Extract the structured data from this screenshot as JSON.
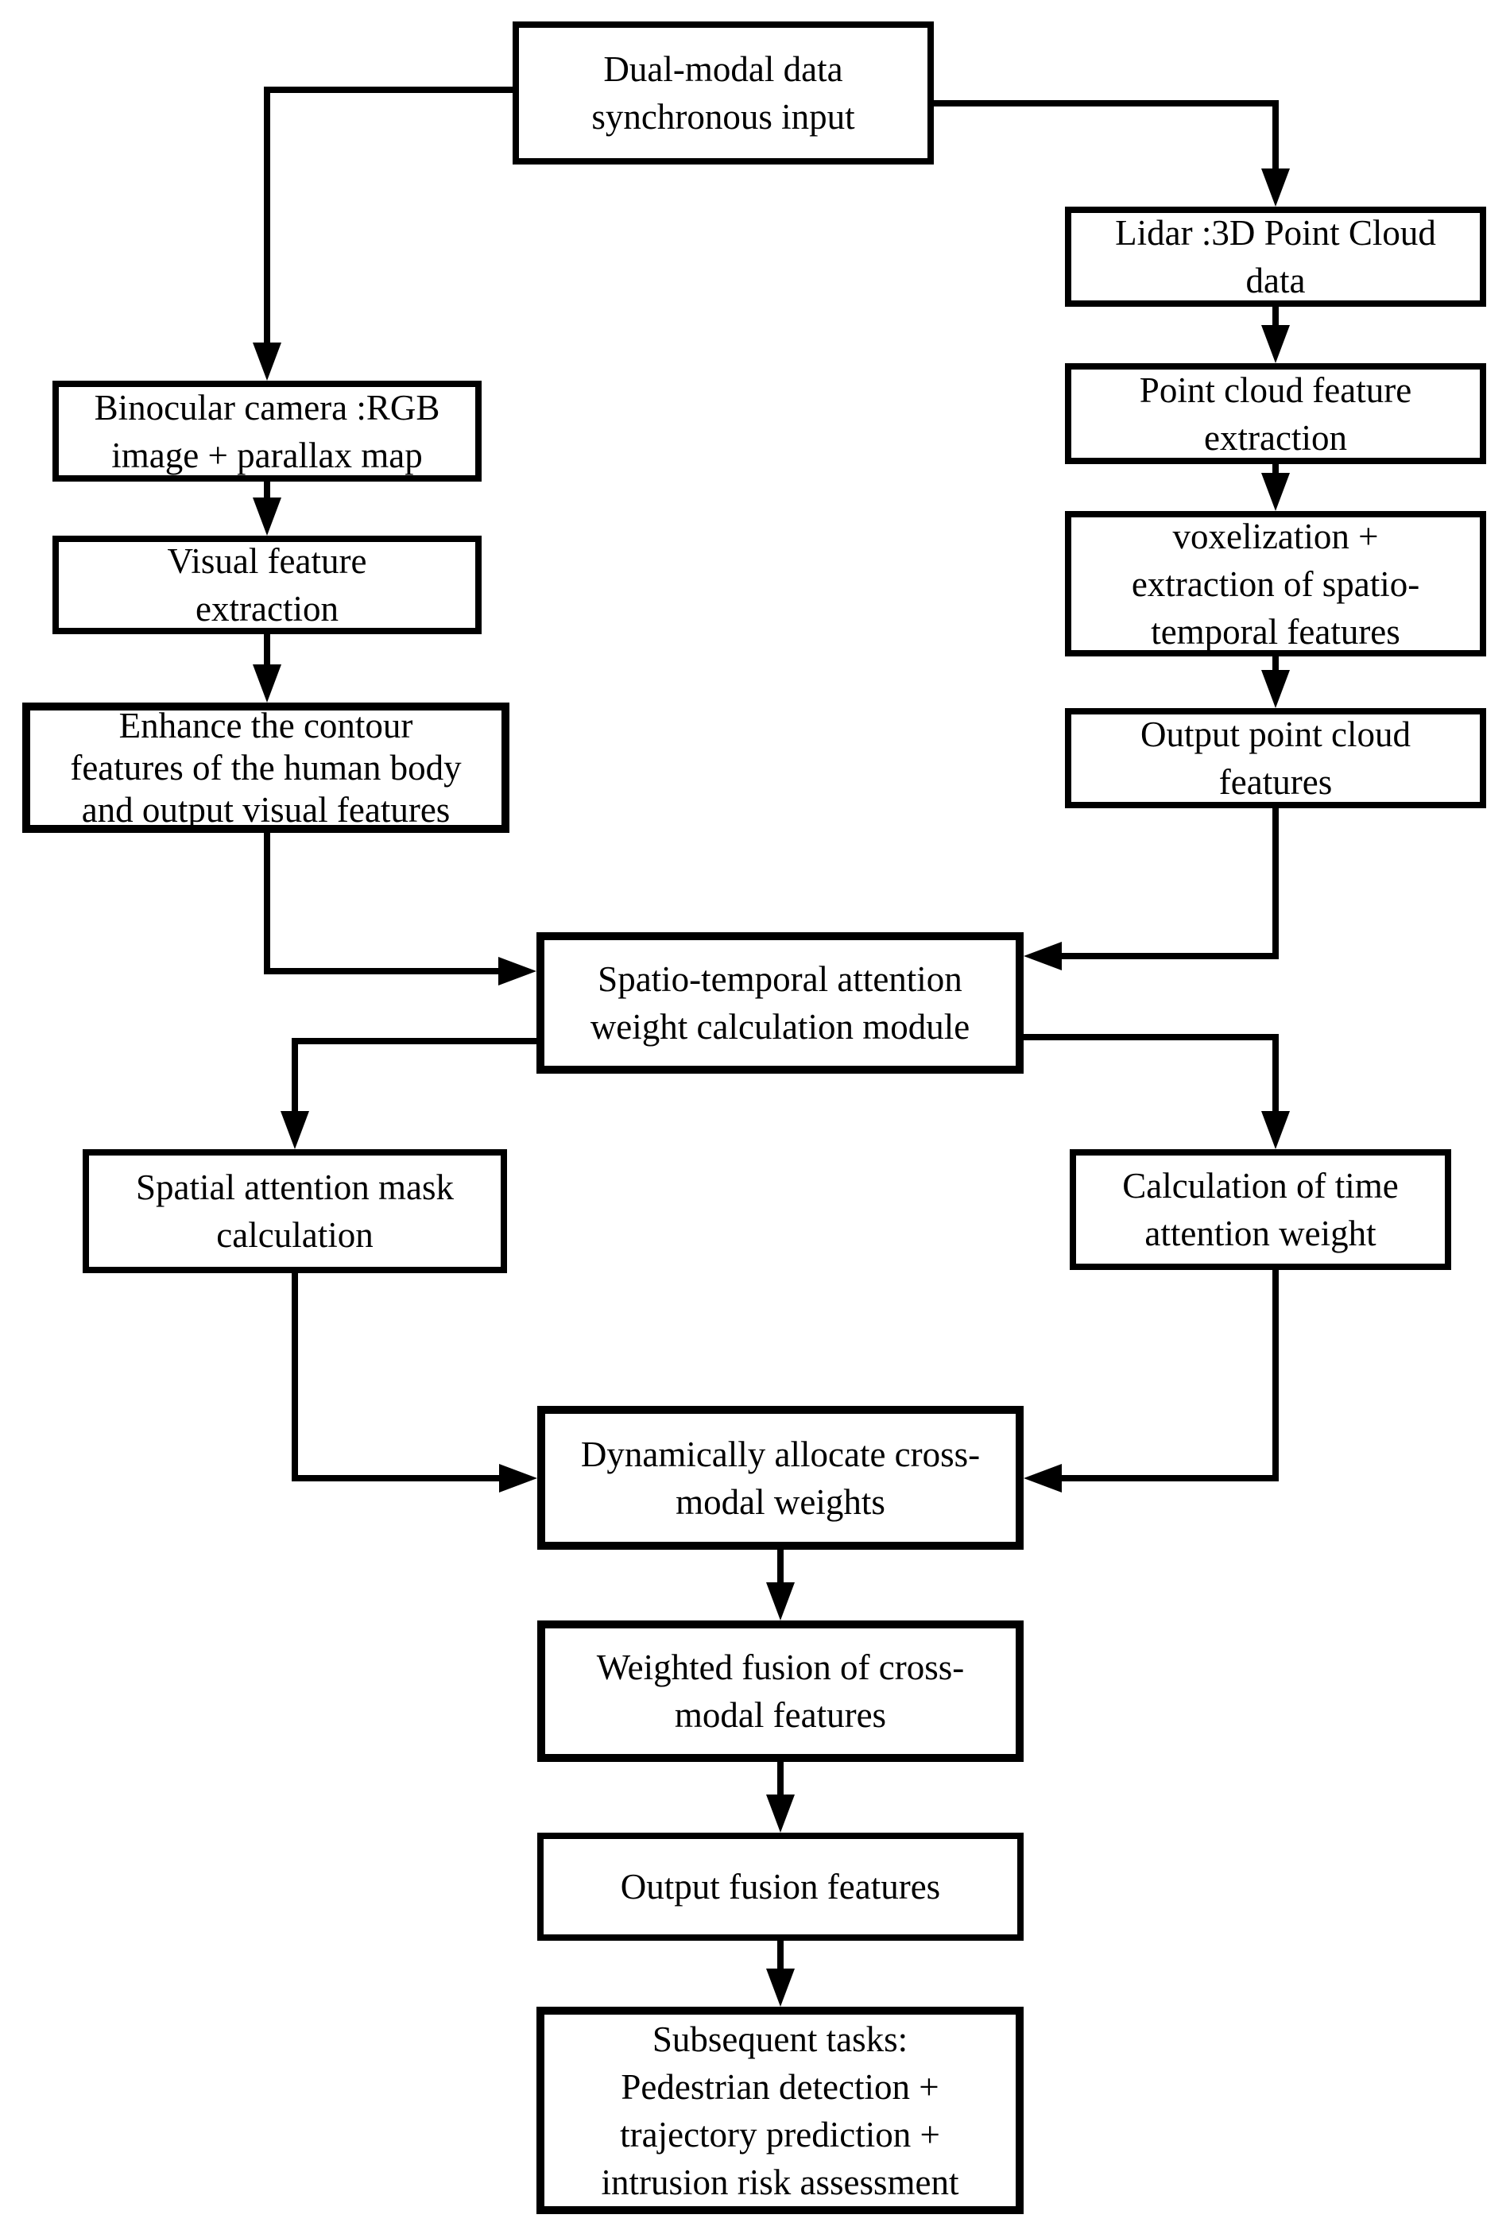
{
  "diagram": {
    "type": "flowchart",
    "background_color": "#ffffff",
    "line_color": "#000000",
    "text_color": "#000000",
    "nodes": {
      "dual_modal": {
        "lines": [
          "Dual-modal data",
          "synchronous input"
        ]
      },
      "binocular": {
        "lines": [
          "Binocular camera :RGB",
          "image + parallax map"
        ]
      },
      "visual_feature": {
        "lines": [
          "Visual feature",
          "extraction"
        ]
      },
      "enhance_contour": {
        "lines": [
          "Enhance the contour",
          "features of the human body",
          "and output visual features"
        ]
      },
      "lidar": {
        "lines": [
          "Lidar :3D Point Cloud",
          "data"
        ]
      },
      "point_cloud_feature": {
        "lines": [
          "Point cloud feature",
          "extraction"
        ]
      },
      "voxelization": {
        "lines": [
          "voxelization +",
          "extraction of spatio-",
          "temporal features"
        ]
      },
      "output_point_cloud": {
        "lines": [
          "Output point cloud",
          "features"
        ]
      },
      "attention_module": {
        "lines": [
          "Spatio-temporal attention",
          "weight calculation module"
        ]
      },
      "spatial_mask": {
        "lines": [
          "Spatial attention mask",
          "calculation"
        ]
      },
      "time_weight": {
        "lines": [
          "Calculation of time",
          "attention weight"
        ]
      },
      "dynamic_weights": {
        "lines": [
          "Dynamically allocate cross-",
          "modal weights"
        ]
      },
      "weighted_fusion": {
        "lines": [
          "Weighted fusion of cross-",
          "modal features"
        ]
      },
      "output_fusion": {
        "lines": [
          "Output fusion features"
        ]
      },
      "subsequent_tasks": {
        "lines": [
          "Subsequent tasks:",
          "Pedestrian detection +",
          "trajectory prediction +",
          "intrusion risk assessment"
        ]
      }
    },
    "edges": [
      {
        "from": "dual_modal",
        "to": "binocular"
      },
      {
        "from": "dual_modal",
        "to": "lidar"
      },
      {
        "from": "binocular",
        "to": "visual_feature"
      },
      {
        "from": "visual_feature",
        "to": "enhance_contour"
      },
      {
        "from": "enhance_contour",
        "to": "attention_module"
      },
      {
        "from": "lidar",
        "to": "point_cloud_feature"
      },
      {
        "from": "point_cloud_feature",
        "to": "voxelization"
      },
      {
        "from": "voxelization",
        "to": "output_point_cloud"
      },
      {
        "from": "output_point_cloud",
        "to": "attention_module"
      },
      {
        "from": "attention_module",
        "to": "spatial_mask"
      },
      {
        "from": "attention_module",
        "to": "time_weight"
      },
      {
        "from": "spatial_mask",
        "to": "dynamic_weights"
      },
      {
        "from": "time_weight",
        "to": "dynamic_weights"
      },
      {
        "from": "dynamic_weights",
        "to": "weighted_fusion"
      },
      {
        "from": "weighted_fusion",
        "to": "output_fusion"
      },
      {
        "from": "output_fusion",
        "to": "subsequent_tasks"
      }
    ]
  }
}
